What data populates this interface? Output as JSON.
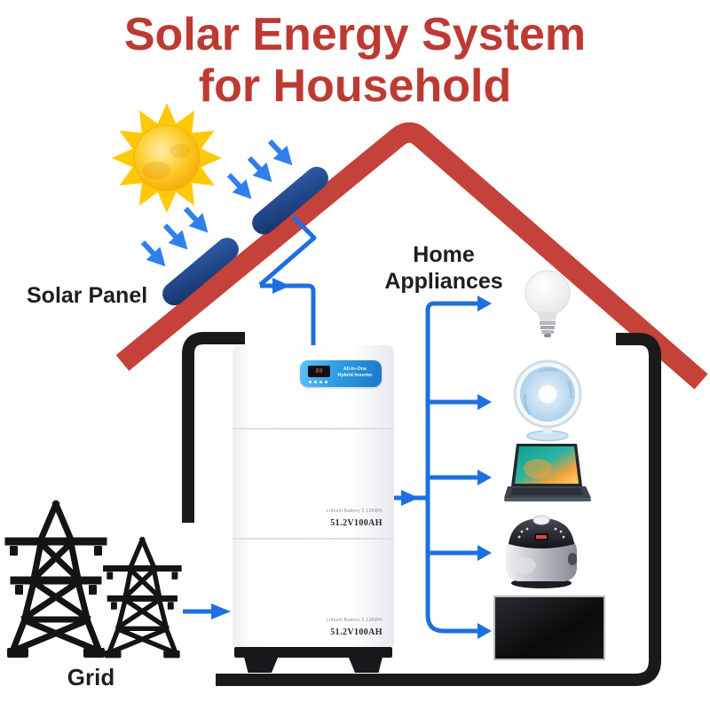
{
  "title": {
    "line1": "Solar Energy System",
    "line2": "for Household"
  },
  "labels": {
    "solar_panel": "Solar Panel",
    "home_appliances_line1": "Home",
    "home_appliances_line2": "Appliances",
    "grid": "Grid"
  },
  "battery": {
    "display": {
      "line1": "All-In-One",
      "line2": "Hybrid Inverter",
      "lcd_value": "88"
    },
    "modules": [
      {
        "sub": "Lithium Battery  5.12KWH",
        "label": "51.2V100AH"
      },
      {
        "sub": "Lithium Battery  5.12KWH",
        "label": "51.2V100AH"
      }
    ]
  },
  "appliances": [
    {
      "icon": "light-bulb"
    },
    {
      "icon": "desk-fan"
    },
    {
      "icon": "laptop"
    },
    {
      "icon": "rice-cooker"
    },
    {
      "icon": "tv"
    }
  ],
  "colors": {
    "title_red": "#bd3a33",
    "roof_red": "#c4423a",
    "panel_navy": "#1c3e7c",
    "circuit_blue": "#1e6fe0",
    "ray_blue": "#2f80ec",
    "wall_black": "#1a1a1a",
    "sun_yellow": "#ffc908",
    "display_blue": "#2496e0"
  }
}
